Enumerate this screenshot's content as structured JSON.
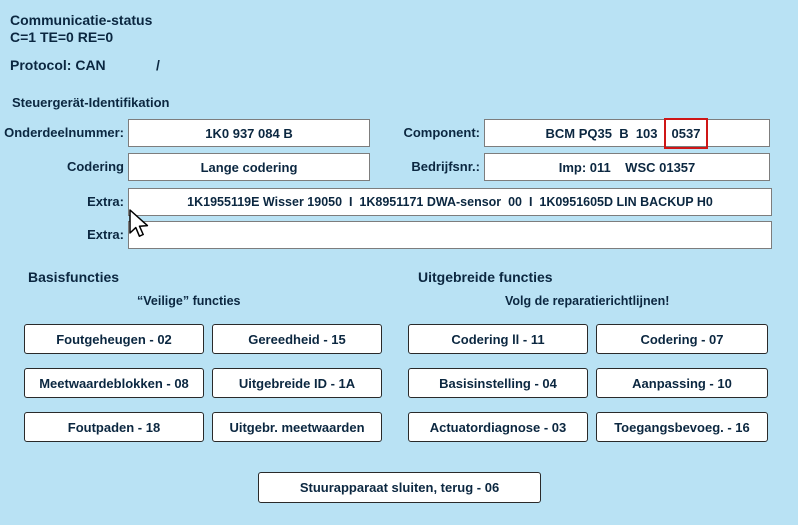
{
  "window": {
    "background": "#b9e2f4",
    "text_color": "#0b2740",
    "highlight_color": "#cf1616"
  },
  "status": {
    "title": "Communicatie-status",
    "counters": "C=1 TE=0 RE=0",
    "protocol": "Protocol: CAN",
    "spinner": "/"
  },
  "identification": {
    "section_title": "Steuergerät-Identifikation",
    "part_number_label": "Onderdeelnummer:",
    "part_number_value": "1K0 937 084 B",
    "component_label": "Component:",
    "component_value": "BCM PQ35  B  103",
    "component_highlight": "0537",
    "coding_label": "Codering",
    "coding_value": "Lange codering",
    "dealer_label": "Bedrijfsnr.:",
    "dealer_value": "Imp: 011    WSC 01357",
    "extra1_label": "Extra:",
    "extra1_value": "1K1955119E Wisser 19050  I  1K8951171 DWA-sensor  00  I  1K0951605D LIN BACKUP H0",
    "extra2_label": "Extra:",
    "extra2_value": ""
  },
  "basic_functions": {
    "title": "Basisfuncties",
    "subtitle": "“Veilige” functies",
    "buttons": [
      {
        "label": "Foutgeheugen - 02"
      },
      {
        "label": "Gereedheid - 15"
      },
      {
        "label": "Meetwaardeblokken - 08"
      },
      {
        "label": "Uitgebreide ID - 1A"
      },
      {
        "label": "Foutpaden - 18"
      },
      {
        "label": "Uitgebr. meetwaarden"
      }
    ]
  },
  "advanced_functions": {
    "title": "Uitgebreide functies",
    "subtitle": "Volg de reparatierichtlijnen!",
    "buttons": [
      {
        "label": "Codering ll - 11"
      },
      {
        "label": "Codering - 07"
      },
      {
        "label": "Basisinstelling - 04"
      },
      {
        "label": "Aanpassing - 10"
      },
      {
        "label": "Actuatordiagnose - 03"
      },
      {
        "label": "Toegangsbevoeg. - 16"
      }
    ]
  },
  "footer": {
    "close_button": "Stuurapparaat sluiten, terug - 06"
  }
}
